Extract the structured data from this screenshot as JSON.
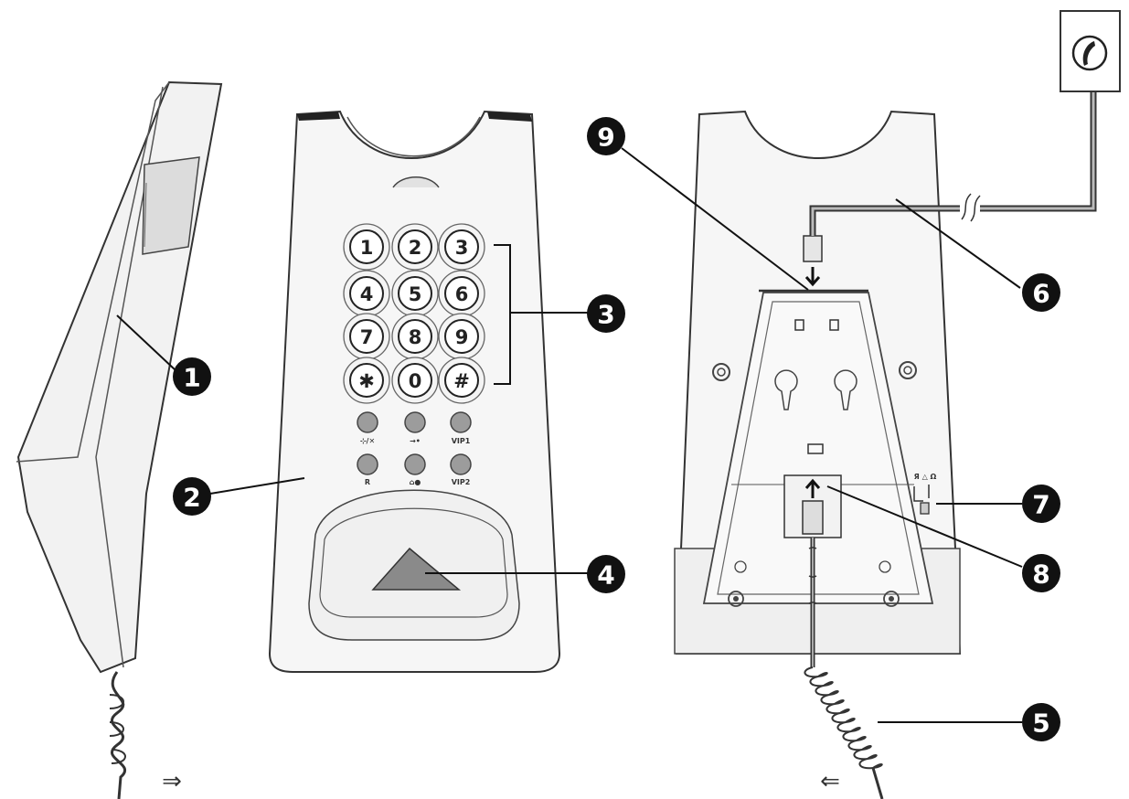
{
  "callouts": [
    {
      "id": "1",
      "label": "1"
    },
    {
      "id": "2",
      "label": "2"
    },
    {
      "id": "3",
      "label": "3"
    },
    {
      "id": "4",
      "label": "4"
    },
    {
      "id": "5",
      "label": "5"
    },
    {
      "id": "6",
      "label": "6"
    },
    {
      "id": "7",
      "label": "7"
    },
    {
      "id": "8",
      "label": "8"
    },
    {
      "id": "9",
      "label": "9"
    }
  ],
  "keypad": {
    "keys": [
      "1",
      "2",
      "3",
      "4",
      "5",
      "6",
      "7",
      "8",
      "9",
      "✱",
      "0",
      "#"
    ]
  },
  "function_keys": {
    "row1": [
      "⊹/✕",
      "→•",
      "VIP1"
    ],
    "row2": [
      "R",
      "⌂●",
      "VIP2"
    ]
  },
  "arrows": {
    "left": "⇒",
    "right": "⇐"
  },
  "wall_socket_icon": "telephone-handset-icon",
  "switch_label": "Я △ Ω"
}
